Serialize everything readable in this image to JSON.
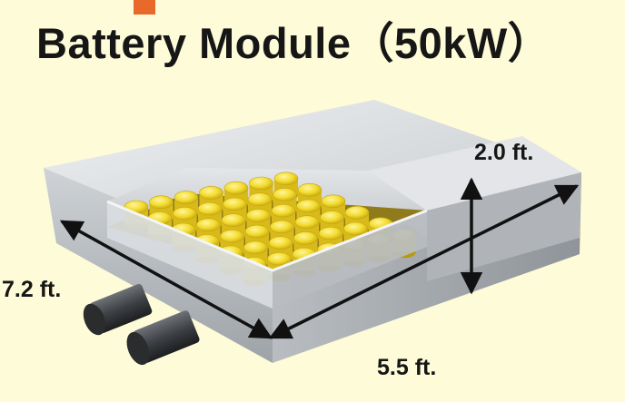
{
  "title": "Battery Module（50kW）",
  "diagram": {
    "labels": {
      "height": "2.0 ft.",
      "length": "7.2 ft.",
      "width": "5.5 ft."
    },
    "colors": {
      "background": "#fdfbd8",
      "accent": "#e8692a",
      "casing": "#c9ccd0",
      "cells": "#f0d82a",
      "arrow": "#111111"
    }
  }
}
